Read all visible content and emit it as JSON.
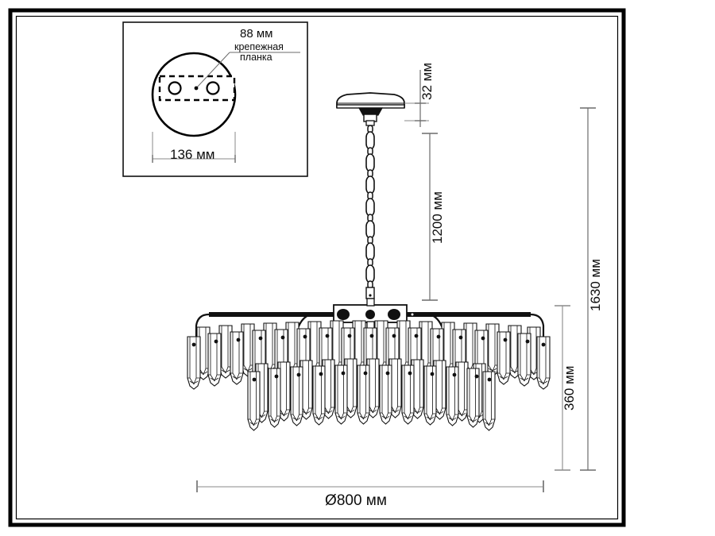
{
  "drawing": {
    "type": "technical-dimension-drawing",
    "subject": "crystal tiered chandelier with chain suspension",
    "unit": "мм"
  },
  "inset": {
    "title_hidden": "",
    "callout_dimension": "88 мм",
    "callout_label_line1": "крепежная",
    "callout_label_line2": "планка",
    "plate_diameter": "136 мм",
    "holes_count": 2
  },
  "dimensions": {
    "canopy_height": "32 мм",
    "chain_length": "1200 мм",
    "fixture_height": "360 мм",
    "total_height": "1630 мм",
    "diameter": "Ø800 мм"
  },
  "colors": {
    "frame": "#000000",
    "line": "#1a1a1a",
    "dim_line": "#6b6b6b",
    "text": "#0d0d0d",
    "background": "#ffffff",
    "crystal_fill": "#ffffff"
  }
}
